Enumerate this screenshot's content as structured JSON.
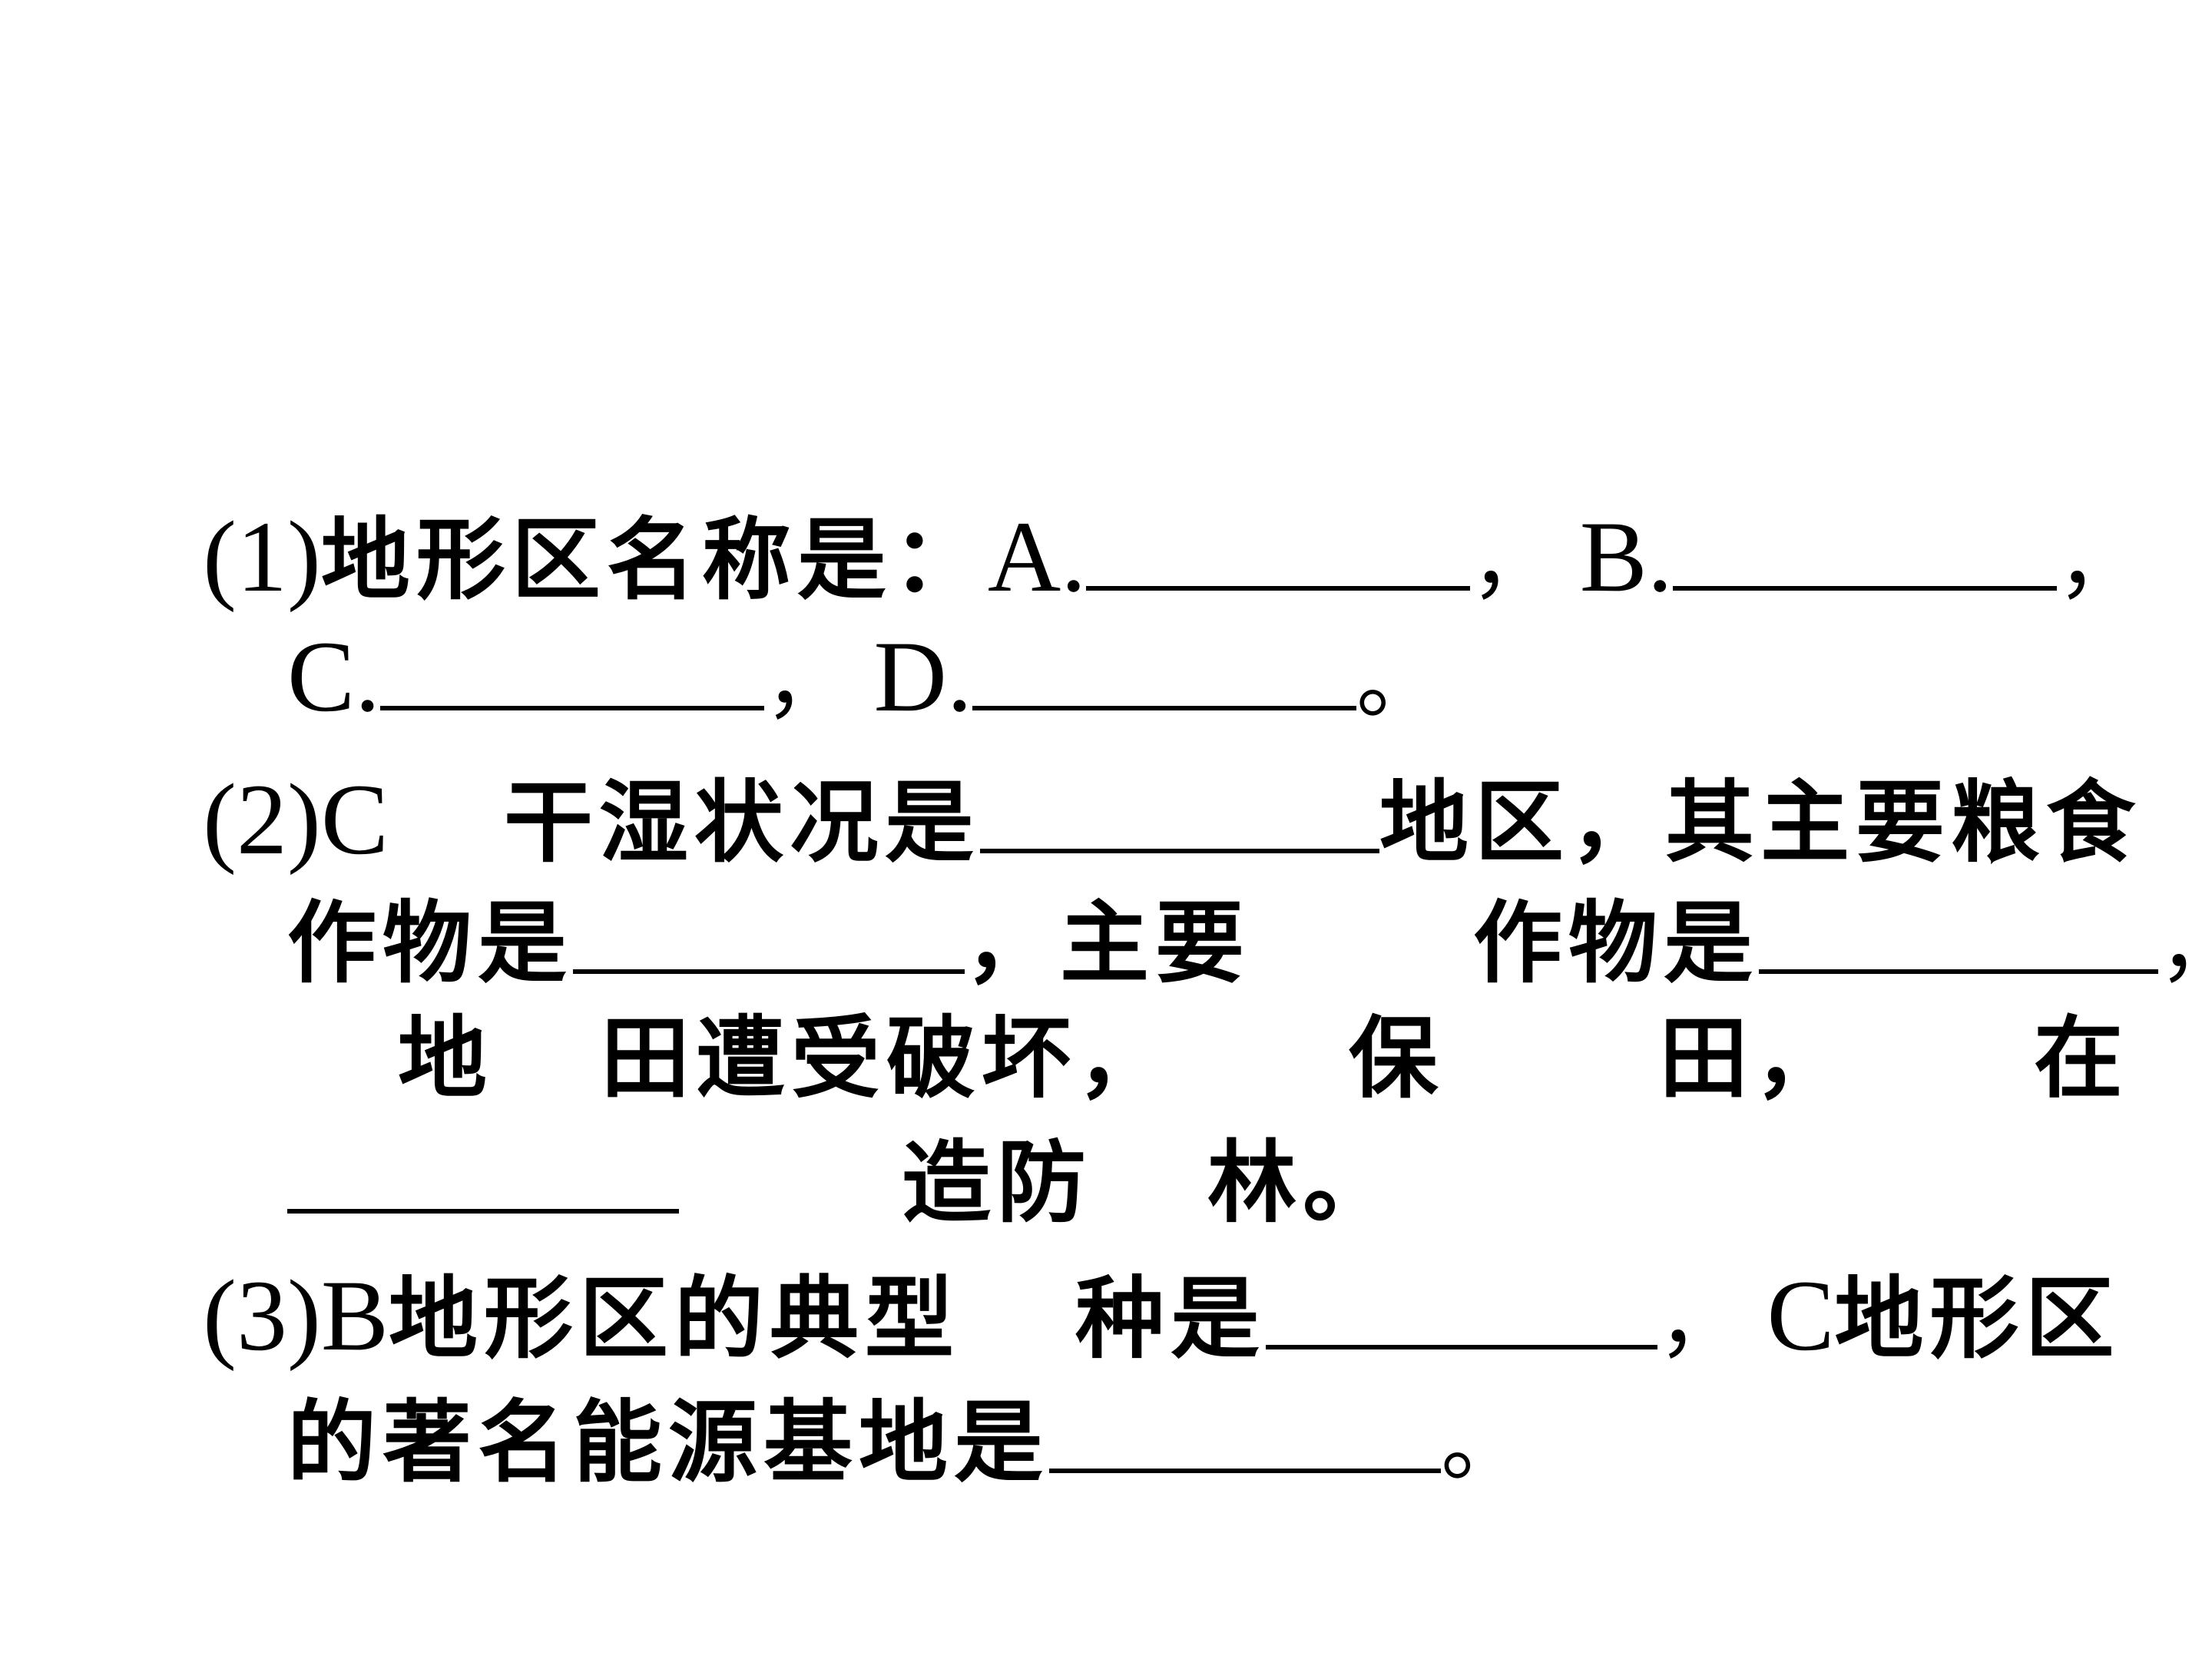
{
  "q1": {
    "num": "(1)",
    "text1": "地形区名称是：",
    "a_label": "A.",
    "sep1": "，",
    "b_label": "B.",
    "sep2": "，",
    "c_label": "C.",
    "sep3": "，",
    "d_label": "D.",
    "end": "。"
  },
  "q2": {
    "num": "(2)",
    "c_label": "C",
    "t1": "干湿状况是",
    "t2": "地区，其主要粮食",
    "t3": "作物是",
    "t4": "，主要",
    "t5": "作物是",
    "t6": "，",
    "t7": "地",
    "t8": "田遭受破坏，",
    "t9": "保",
    "t10": "田，",
    "t11": "在",
    "t12": "造防",
    "t13": "林。"
  },
  "q3": {
    "num": "(3)",
    "b_label": "B",
    "t1": "地形区的典型",
    "t2": "种是",
    "sep": "，",
    "c_label": "C",
    "t3": "地形区",
    "t4": "的著名能源基地是",
    "end": "。"
  }
}
